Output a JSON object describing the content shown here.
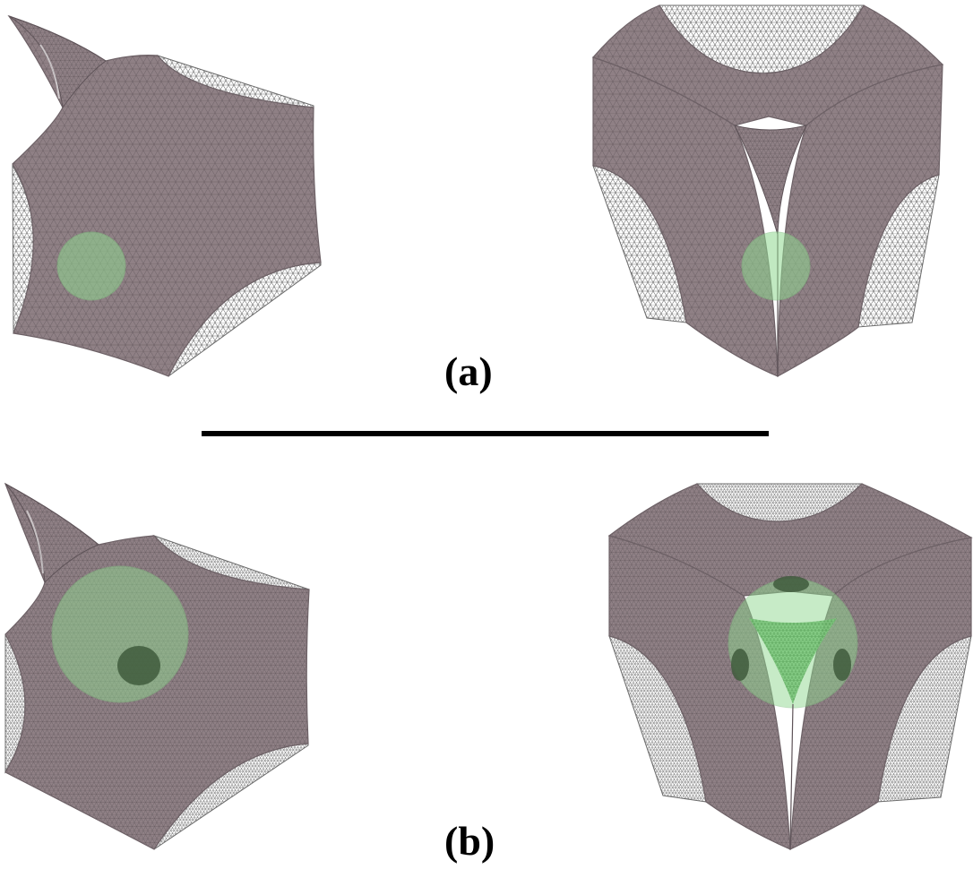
{
  "labels": {
    "top": "(a)",
    "bottom": "(b)"
  },
  "colors": {
    "surface": "#8f8085",
    "surface_light": "#a3969a",
    "mesh_line": "#5e5358",
    "hole_fill": "#ffffff",
    "hole_mesh": "#6b6b6b",
    "sphere": "#8fd08f",
    "sphere_dark": "#3f5a3c",
    "divider": "#000000"
  },
  "panels": [
    {
      "id": "a-left",
      "view": "side",
      "sphere": "small"
    },
    {
      "id": "a-right",
      "view": "corner",
      "sphere": "small"
    },
    {
      "id": "b-left",
      "view": "side",
      "sphere": "large"
    },
    {
      "id": "b-right",
      "view": "corner",
      "sphere": "large"
    }
  ]
}
